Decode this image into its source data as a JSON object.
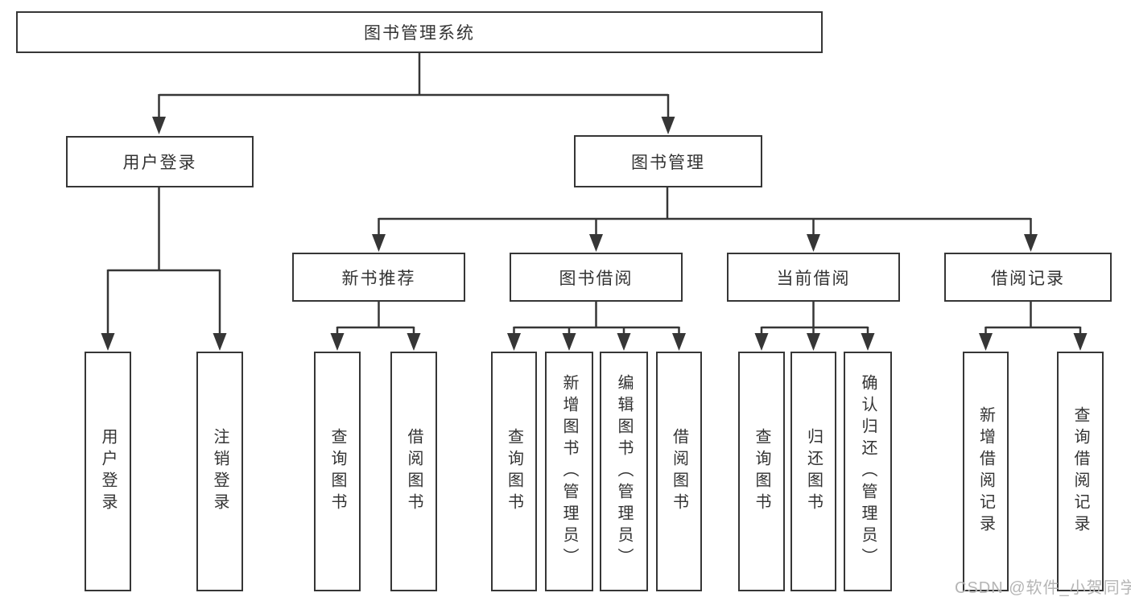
{
  "style": {
    "line_color": "#363636",
    "text_color": "#333333",
    "box_background": "#ffffff",
    "watermark_color": "#b5b5b5"
  },
  "tree": {
    "root": {
      "label": "图书管理系统"
    },
    "branches": [
      {
        "label": "用户登录",
        "leaves": [
          {
            "label": "用户登录"
          },
          {
            "label": "注销登录"
          }
        ]
      },
      {
        "label": "图书管理",
        "groups": [
          {
            "label": "新书推荐",
            "leaves": [
              {
                "label": "查询图书"
              },
              {
                "label": "借阅图书"
              }
            ]
          },
          {
            "label": "图书借阅",
            "leaves": [
              {
                "label": "查询图书"
              },
              {
                "label": "新增图书（管理员）"
              },
              {
                "label": "编辑图书（管理员）"
              },
              {
                "label": "借阅图书"
              }
            ]
          },
          {
            "label": "当前借阅",
            "leaves": [
              {
                "label": "查询图书"
              },
              {
                "label": "归还图书"
              },
              {
                "label": "确认归还（管理员）"
              }
            ]
          },
          {
            "label": "借阅记录",
            "leaves": [
              {
                "label": "新增借阅记录"
              },
              {
                "label": "查询借阅记录"
              }
            ]
          }
        ]
      }
    ]
  },
  "watermark": {
    "text": "CSDN @软件_小贺同学"
  }
}
